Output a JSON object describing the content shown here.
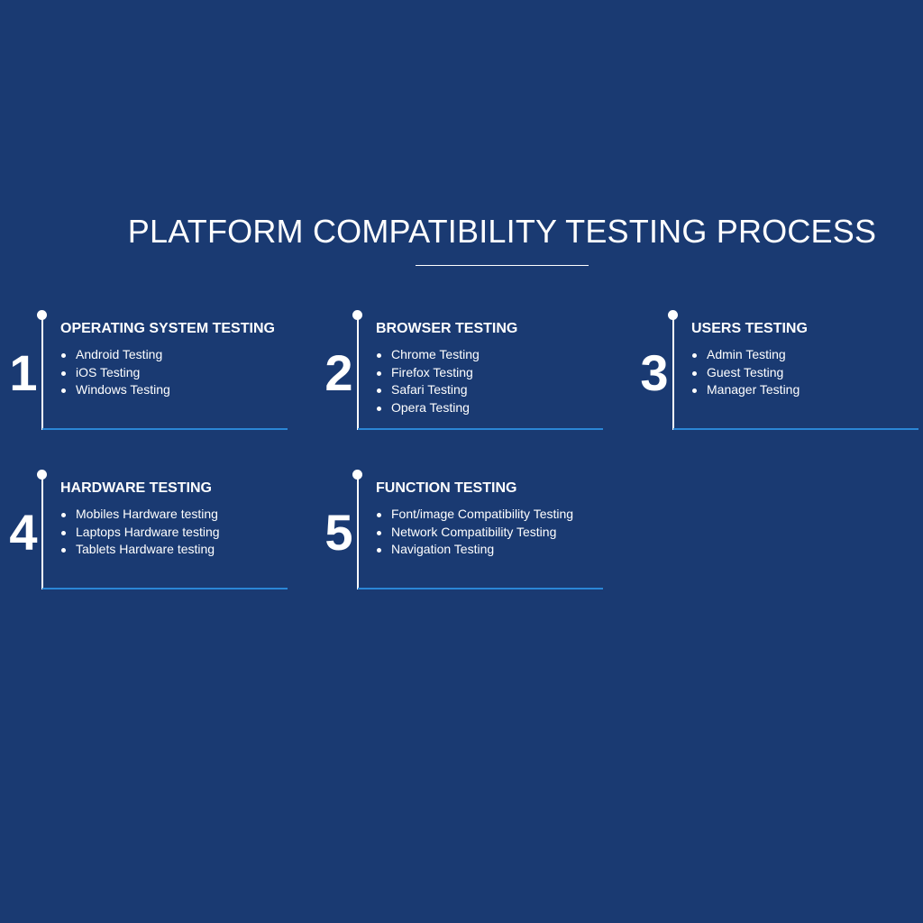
{
  "page": {
    "title": "PLATFORM COMPATIBILITY TESTING PROCESS",
    "background_color": "#1a3a72",
    "accent_line_color": "#2b86d6",
    "text_color": "#ffffff"
  },
  "steps": [
    {
      "number": "1",
      "heading": "OPERATING SYSTEM TESTING",
      "items": [
        "Android Testing",
        "iOS Testing",
        "Windows Testing"
      ]
    },
    {
      "number": "2",
      "heading": "BROWSER TESTING",
      "items": [
        "Chrome Testing",
        "Firefox Testing",
        "Safari Testing",
        "Opera Testing"
      ]
    },
    {
      "number": "3",
      "heading": "USERS TESTING",
      "items": [
        "Admin Testing",
        "Guest Testing",
        "Manager Testing"
      ]
    },
    {
      "number": "4",
      "heading": "HARDWARE TESTING",
      "items": [
        "Mobiles Hardware testing",
        "Laptops Hardware testing",
        "Tablets Hardware testing"
      ]
    },
    {
      "number": "5",
      "heading": "FUNCTION TESTING",
      "items": [
        "Font/image Compatibility Testing",
        "Network Compatibility Testing",
        "Navigation Testing"
      ]
    }
  ]
}
